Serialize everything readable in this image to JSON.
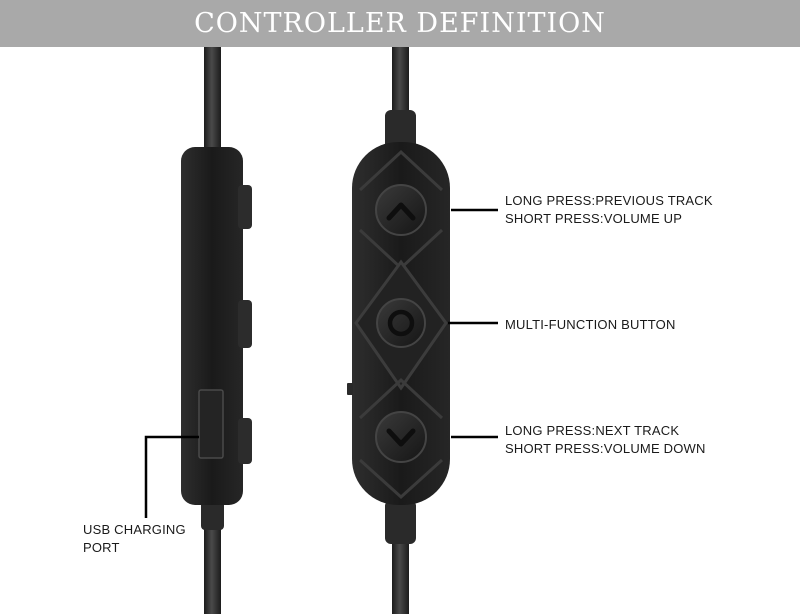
{
  "header": {
    "title": "CONTROLLER DEFINITION"
  },
  "colors": {
    "banner": "#a9a9a9",
    "device": "#1e1e1e",
    "cable": "#2a2a2a",
    "leader_line": "#000000"
  },
  "labels": {
    "volume_up": {
      "line1": "LONG PRESS:PREVIOUS TRACK",
      "line2": "SHORT PRESS:VOLUME UP"
    },
    "multi_function": {
      "line1": "MULTI-FUNCTION BUTTON"
    },
    "volume_down": {
      "line1": "LONG PRESS:NEXT TRACK",
      "line2": "SHORT PRESS:VOLUME DOWN"
    },
    "usb_port": {
      "line1": "USB CHARGING",
      "line2": "PORT"
    }
  },
  "icons": [
    "chevron-up-icon",
    "circle-icon",
    "chevron-down-icon"
  ]
}
